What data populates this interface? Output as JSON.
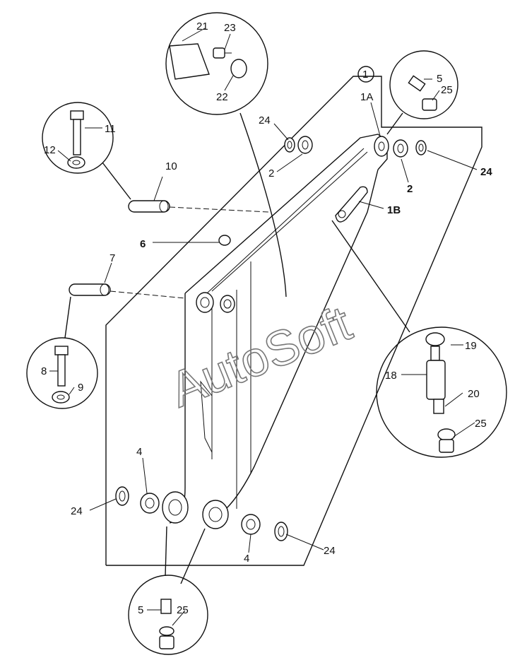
{
  "watermark": "AutoSoft",
  "callouts": {
    "c1": "1",
    "c1A": "1A",
    "c1B": "1B",
    "c2a": "2",
    "c2b": "2",
    "c4a": "4",
    "c4b": "4",
    "c5a": "5",
    "c5b": "5",
    "c6": "6",
    "c7": "7",
    "c8": "8",
    "c9": "9",
    "c10": "10",
    "c11": "11",
    "c12": "12",
    "c18": "18",
    "c19": "19",
    "c20": "20",
    "c21": "21",
    "c22": "22",
    "c23": "23",
    "c24a": "24",
    "c24b": "24",
    "c24c": "24",
    "c24d": "24",
    "c25a": "25",
    "c25b": "25",
    "c25c": "25"
  }
}
